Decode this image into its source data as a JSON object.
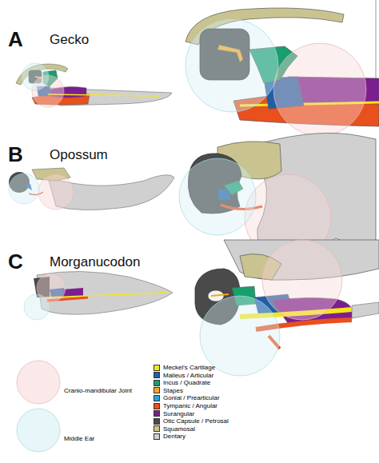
{
  "diagram": {
    "labels": [
      "A",
      "Gecko",
      "B",
      "Opossum",
      "C",
      "Morganucodon"
    ],
    "legend": [
      {
        "text": "Cranio-mandibular Joint"
      },
      {
        "text": "Middle Ear"
      },
      {
        "text": "Meckel's Cartilage",
        "color": "#f5e61c"
      },
      {
        "text": "Malleus / Articular",
        "color": "#1f5fa8"
      },
      {
        "text": "Incus / Quadrate",
        "color": "#1a9e6e"
      },
      {
        "text": "Stapes",
        "color": "#f5a623"
      },
      {
        "text": "Gonial / Prearticular",
        "color": "#2d9fd9"
      },
      {
        "text": "Tympanic / Angular",
        "color": "#e8501e"
      },
      {
        "text": "Surangular",
        "color": "#7b1f8f"
      },
      {
        "text": "Otic Capsule / Petrosal",
        "color": "#4a4a4a"
      },
      {
        "text": "Squamosal",
        "color": "#c9c48f"
      },
      {
        "text": "Dentary",
        "color": "#d0d0d0"
      }
    ]
  }
}
